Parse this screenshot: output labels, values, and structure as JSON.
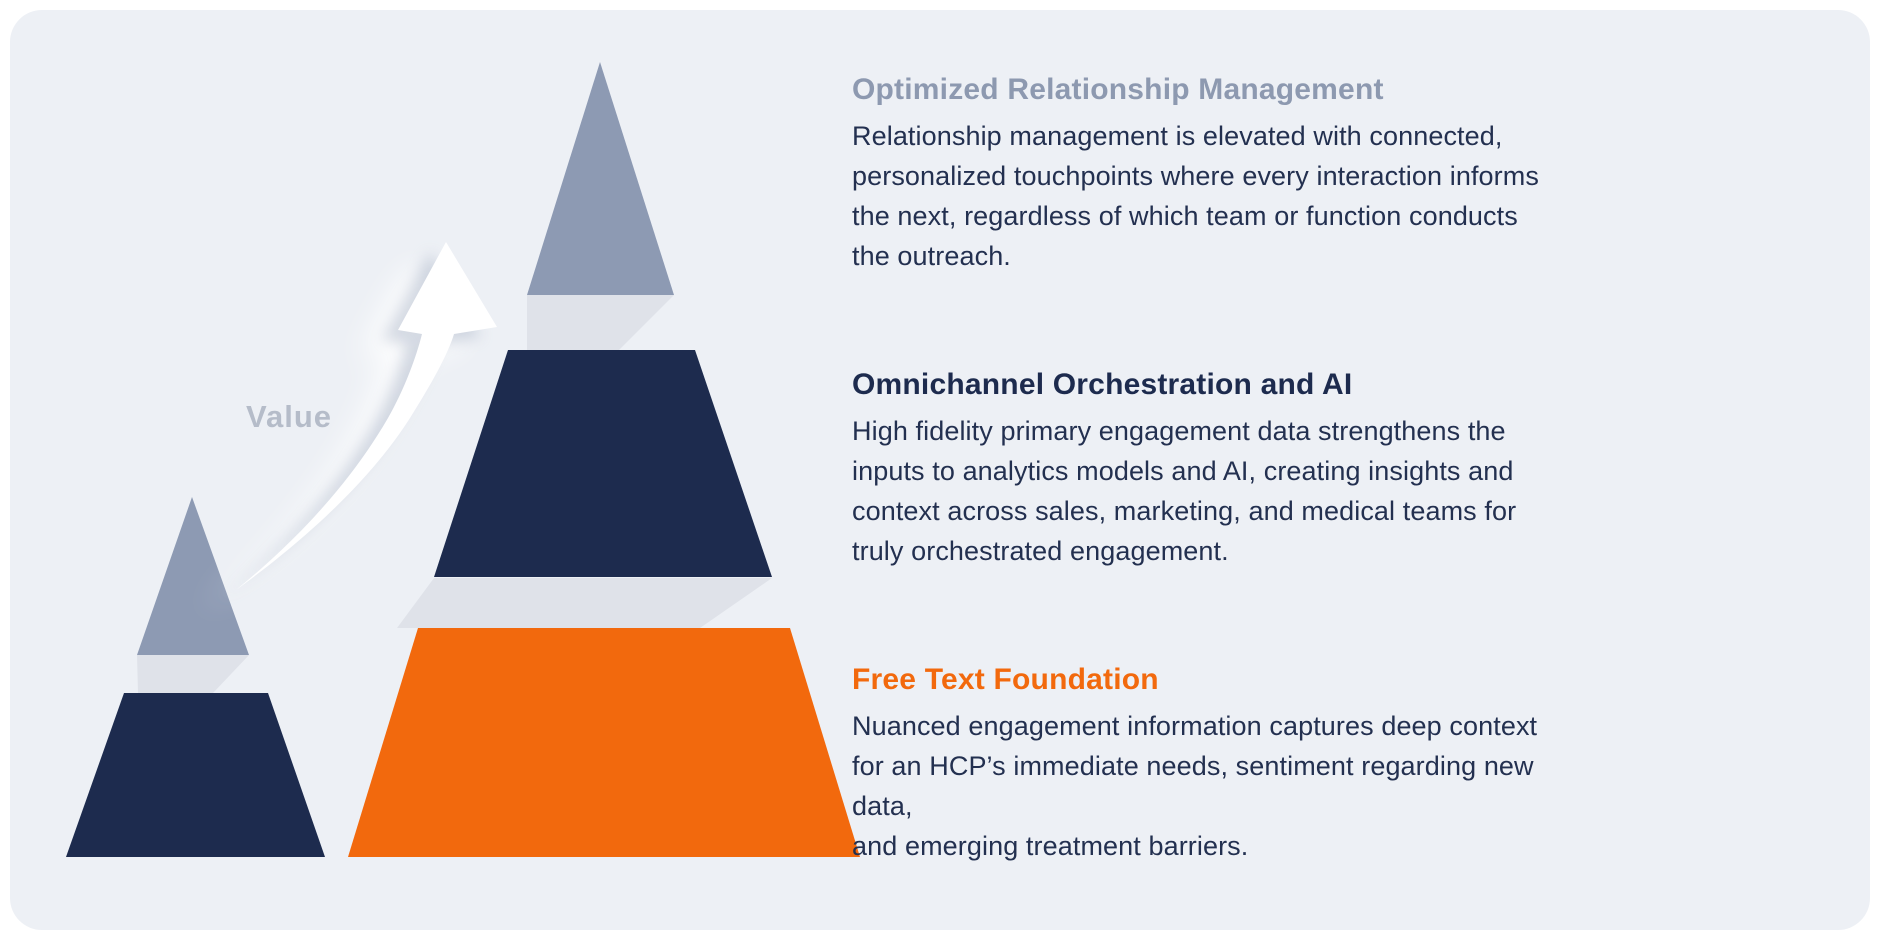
{
  "colors": {
    "background": "#FFFFFF",
    "card": "#EDF0F5",
    "navy": "#1D2B4E",
    "orange": "#F2690D",
    "slate": "#8D9AB3",
    "shadow": "#DFE2E9",
    "arrow": "#FFFFFF",
    "value_text": "#B5BCC9",
    "body_text": "#233050",
    "heading_slate": "#8D99B0"
  },
  "diagram": {
    "value_label": "Value",
    "arrow": "curved-up-arrow",
    "small_pyramid": {
      "levels": [
        {
          "name": "top-triangle",
          "color": "#8D9AB3"
        },
        {
          "name": "base",
          "color": "#1D2B4E"
        }
      ]
    },
    "large_pyramid": {
      "levels": [
        {
          "name": "top-triangle",
          "color": "#8D9AB3"
        },
        {
          "name": "middle",
          "color": "#1D2B4E"
        },
        {
          "name": "base",
          "color": "#F2690D"
        }
      ]
    }
  },
  "sections": [
    {
      "heading": "Optimized Relationship Management",
      "heading_color": "#8D99B0",
      "lines": [
        "Relationship management is elevated with connected,",
        "personalized touchpoints where every interaction informs",
        "the next, regardless of which team or function conducts",
        "the outreach."
      ]
    },
    {
      "heading": "Omnichannel Orchestration and AI",
      "heading_color": "#1D2B4E",
      "lines": [
        "High fidelity primary engagement data strengthens the",
        "inputs to analytics models and AI, creating insights and",
        "context across sales, marketing, and medical teams for",
        "truly orchestrated engagement."
      ]
    },
    {
      "heading": "Free Text Foundation",
      "heading_color": "#F2690D",
      "lines": [
        "Nuanced engagement information captures deep context",
        "for an HCP’s immediate needs, sentiment regarding new data,",
        "and emerging treatment barriers."
      ]
    }
  ]
}
